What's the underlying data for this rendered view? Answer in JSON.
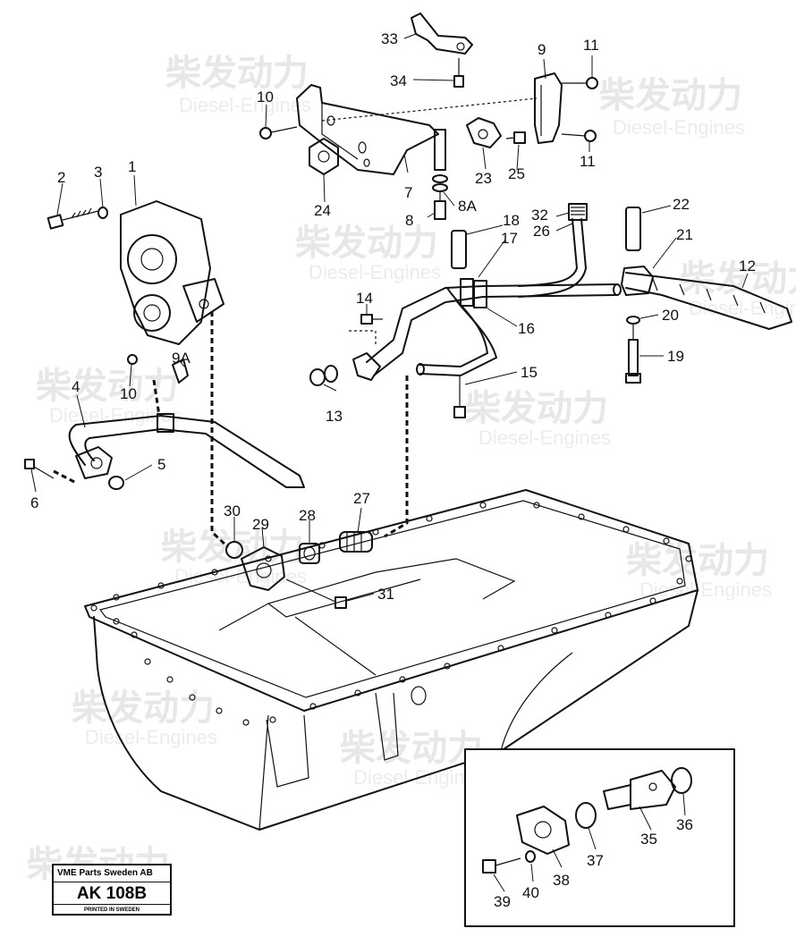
{
  "watermark": {
    "brand_cn": "柴发动力",
    "brand_en": "Diesel-Engines"
  },
  "stamp": {
    "company": "VME Parts Sweden AB",
    "code": "AK 108B",
    "printed": "PRINTED IN SWEDEN"
  },
  "callouts": {
    "c1": "1",
    "c2": "2",
    "c3": "3",
    "c4": "4",
    "c5": "5",
    "c6": "6",
    "c7": "7",
    "c8": "8",
    "c8a": "8A",
    "c9": "9",
    "c9a": "9A",
    "c10a": "10",
    "c10b": "10",
    "c11a": "11",
    "c11b": "11",
    "c12": "12",
    "c13": "13",
    "c14": "14",
    "c15": "15",
    "c16": "16",
    "c17": "17",
    "c18": "18",
    "c19": "19",
    "c20": "20",
    "c21": "21",
    "c22": "22",
    "c23": "23",
    "c24": "24",
    "c25": "25",
    "c26": "26",
    "c27": "27",
    "c28": "28",
    "c29": "29",
    "c30": "30",
    "c31": "31",
    "c32": "32",
    "c33": "33",
    "c34": "34",
    "c35": "35",
    "c36": "36",
    "c37": "37",
    "c38": "38",
    "c39": "39",
    "c40": "40"
  }
}
